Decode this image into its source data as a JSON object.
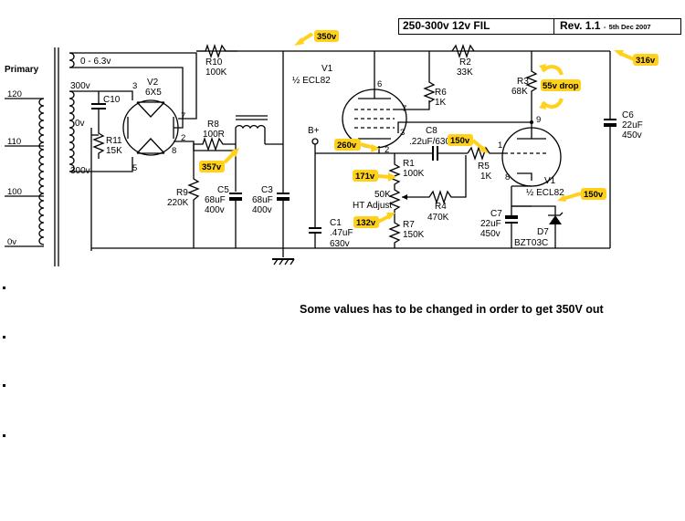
{
  "title_block": {
    "title": "250-300v 12v FIL",
    "revision": "Rev. 1.1",
    "date": "5th Dec 2007"
  },
  "note": "Some values has to be changed in order to get 350V out",
  "transformer": {
    "primary_label": "Primary",
    "taps": [
      "120",
      "110",
      "100",
      "0v"
    ],
    "filament_winding": "0 - 6.3v",
    "hv_top": "300v",
    "hv_center": "0v",
    "hv_bottom": "300v"
  },
  "components": {
    "R10": {
      "ref": "R10",
      "value": "100K"
    },
    "R8": {
      "ref": "R8",
      "value": "100R"
    },
    "R9": {
      "ref": "R9",
      "value": "220K"
    },
    "R11": {
      "ref": "R11",
      "value": "15K"
    },
    "C10": {
      "ref": "C10"
    },
    "V2": {
      "ref": "V2",
      "type": "6X5"
    },
    "C5": {
      "ref": "C5",
      "value": "68uF",
      "rating": "400v"
    },
    "C3": {
      "ref": "C3",
      "value": "68uF",
      "rating": "400v"
    },
    "V1a": {
      "ref": "V1",
      "type": "½ ECL82"
    },
    "V1b": {
      "ref": "V1",
      "type": "½ ECL82"
    },
    "R6": {
      "ref": "R6",
      "value": "1K"
    },
    "R2": {
      "ref": "R2",
      "value": "33K"
    },
    "R3": {
      "ref": "R3",
      "value": "68K"
    },
    "C6": {
      "ref": "C6",
      "value": "22uF",
      "rating": "450v"
    },
    "C8": {
      "ref": "C8",
      "value": ".22uF/630v"
    },
    "R1": {
      "ref": "R1",
      "value": "100K"
    },
    "R5": {
      "ref": "R5",
      "value": "1K"
    },
    "POT": {
      "value": "50K",
      "name": "HT Adjust"
    },
    "R4": {
      "ref": "R4",
      "value": "470K"
    },
    "R7": {
      "ref": "R7",
      "value": "150K"
    },
    "C1": {
      "ref": "C1",
      "value": ".47uF",
      "rating": "630v"
    },
    "C7": {
      "ref": "C7",
      "value": "22uF",
      "rating": "450v"
    },
    "D7": {
      "ref": "D7",
      "type": "BZT03C"
    },
    "bplus": "B+"
  },
  "pins": {
    "v2_3": "3",
    "v2_5": "5",
    "v2_7": "7",
    "v2_2": "2",
    "v2_8": "8",
    "v1a_6": "6",
    "v1a_7": "7",
    "v1a_3": "3",
    "v1a_2": "2",
    "v1b_9": "9",
    "v1b_1": "1",
    "v1b_8": "8"
  },
  "voltage_tags": {
    "t350": "350v",
    "t316": "316v",
    "t357": "357v",
    "t260": "260v",
    "t150a": "150v",
    "t171": "171v",
    "t132": "132v",
    "t150b": "150v",
    "drop": "55v drop"
  },
  "colors": {
    "tag_fill": "#FFD11A",
    "wire": "#000000"
  }
}
